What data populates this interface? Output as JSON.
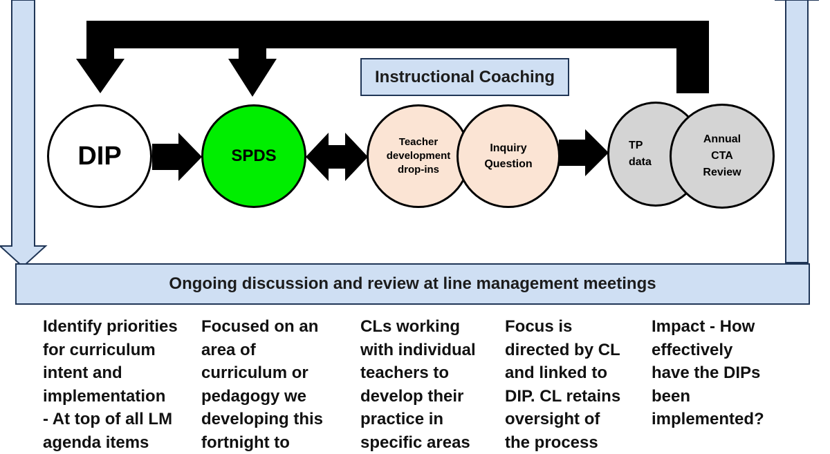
{
  "diagram": {
    "header_box": "Instructional Coaching",
    "footer_bar": "Ongoing discussion and review at line management meetings",
    "nodes": {
      "dip": "DIP",
      "spds": "SPDS",
      "teacher_dropins": "Teacher\ndevelopment\ndrop-ins",
      "inquiry_question": "Inquiry\nQuestion",
      "tp_data": "TP\ndata",
      "annual_cta_review": "Annual\nCTA\nReview"
    },
    "descriptions": [
      "Identify priorities\nfor curriculum\nintent and\nimplementation\n- At top of all LM\nagenda items",
      "Focused on an\narea of\ncurriculum or\npedagogy we\ndeveloping this\nfortnight to",
      "CLs working\nwith individual\nteachers to\ndevelop their\npractice in\nspecific areas",
      "Focus is\ndirected by CL\nand linked to\nDIP.  CL retains\noversight of\nthe process",
      "Impact - How\neffectively\nhave the DIPs\nbeen\nimplemented?"
    ]
  },
  "colors": {
    "spds_fill": "#00ee00",
    "coaching_fill": "#fbe4d4",
    "review_fill": "#d4d4d4",
    "bar_fill": "#cfdff3",
    "bar_border": "#1f3556"
  }
}
